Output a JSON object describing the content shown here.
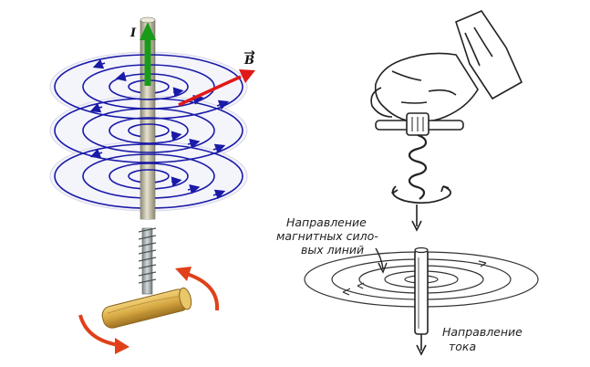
{
  "left_diagram": {
    "current_label": "I",
    "field_label": "B"
  },
  "right_diagram": {
    "field_direction_caption": [
      "Направление",
      "магнитных сило-",
      "вых линий"
    ],
    "current_direction_caption": [
      "Направление",
      "тока"
    ]
  },
  "colors": {
    "field_lines": "#1a1aa8",
    "current_arrow": "#1a9a1a",
    "b_vector": "#e01818",
    "rotation_arrows": "#e0401a",
    "conductor": "#c9c4ad",
    "handle_wood": "#d9b04a"
  }
}
